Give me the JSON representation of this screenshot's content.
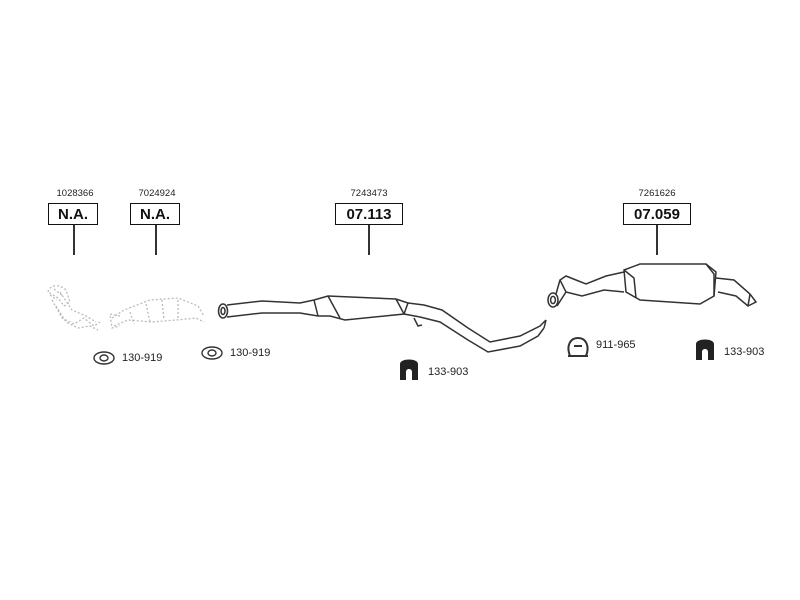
{
  "components": [
    {
      "part_number": "1028366",
      "code": "N.A."
    },
    {
      "part_number": "7024924",
      "code": "N.A."
    },
    {
      "part_number": "7243473",
      "code": "07.113"
    },
    {
      "part_number": "7261626",
      "code": "07.059"
    }
  ],
  "accessories": [
    {
      "code": "130-919",
      "icon": "gasket-icon"
    },
    {
      "code": "130-919",
      "icon": "gasket-icon"
    },
    {
      "code": "133-903",
      "icon": "rubber-mount-icon"
    },
    {
      "code": "911-965",
      "icon": "clamp-icon"
    },
    {
      "code": "133-903",
      "icon": "rubber-mount-icon"
    }
  ]
}
